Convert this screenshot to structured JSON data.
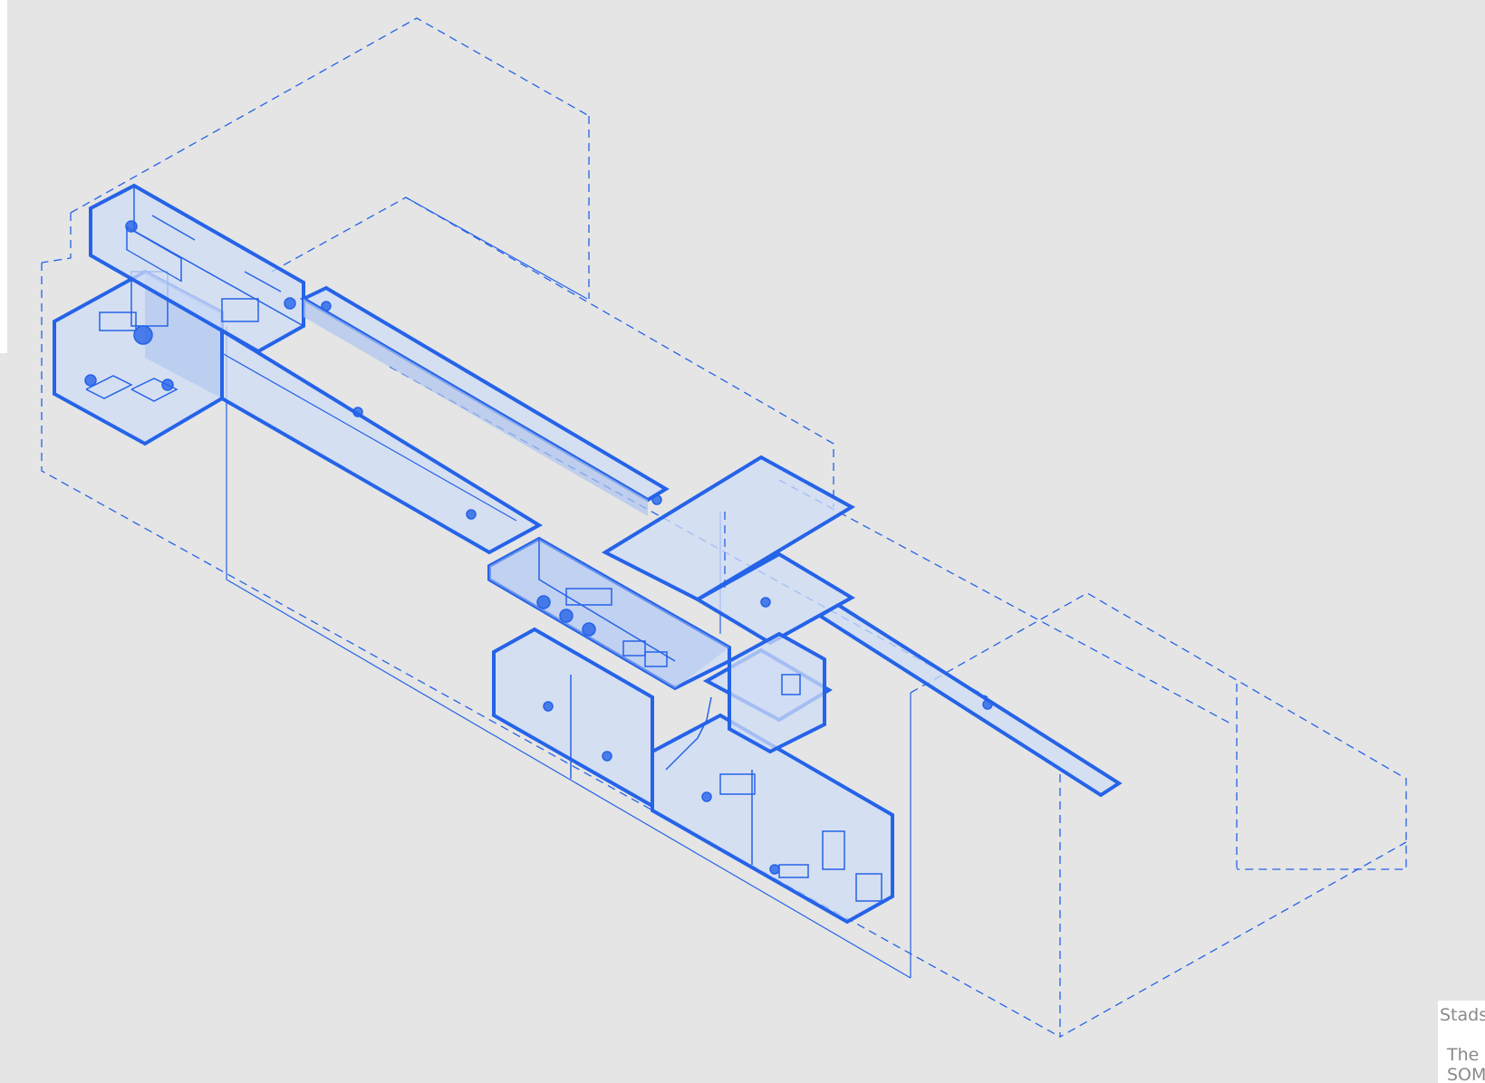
{
  "colors": {
    "background": "#e5e5e5",
    "line": "#2563e8",
    "fill": "#cfdcf6",
    "fill_dark": "#aec4f0",
    "caption_panel": "#ffffff",
    "caption_text": "#8a8a8a"
  },
  "caption": {
    "line1": "Stadsv",
    "line2": "The N",
    "line3": "SOM"
  }
}
